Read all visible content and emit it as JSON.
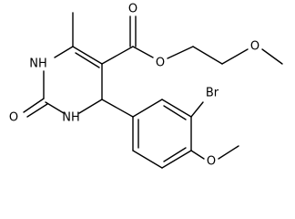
{
  "molecule": {
    "atoms": {
      "nh_top": "NH",
      "nh_bottom": "NH",
      "o_carbonyl_ring": "O",
      "o_ester_carbonyl": "O",
      "o_ester": "O",
      "o_ether": "O",
      "br": "Br",
      "o_methoxy": "O"
    }
  }
}
